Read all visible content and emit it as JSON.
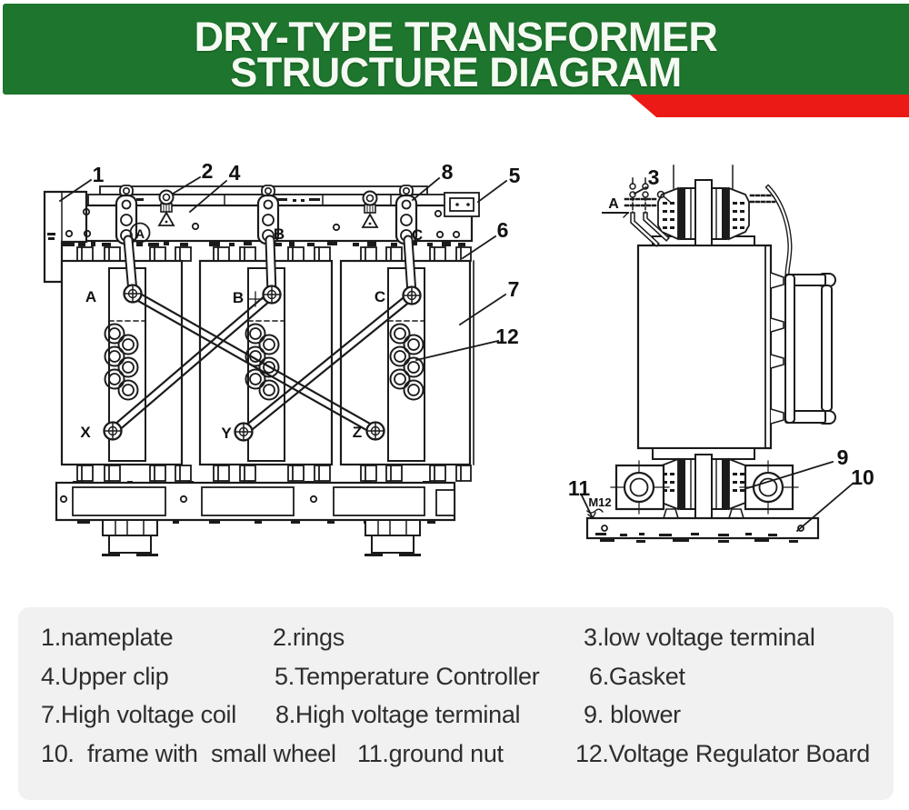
{
  "header": {
    "title_line1": "DRY-TYPE TRANSFORMER",
    "title_line2": "STRUCTURE DIAGRAM",
    "banner_color": "#1e762e",
    "ribbon_color": "#ec1a16",
    "title_text_color": "#f5faf3"
  },
  "diagram": {
    "line_color": "#1b1b1b",
    "callouts": {
      "c1": "1",
      "c2": "2",
      "c3": "3",
      "c4": "4",
      "c5": "5",
      "c6": "6",
      "c7": "7",
      "c8": "8",
      "c9": "9",
      "c10": "10",
      "c11": "11",
      "c12": "12"
    },
    "labels": {
      "beam_a": "A",
      "beam_b": "B",
      "beam_c": "C",
      "coil_a": "A",
      "coil_b": "B",
      "coil_c": "C",
      "term_x": "X",
      "term_y": "Y",
      "term_z": "Z",
      "section_a": "A",
      "bolt": "M12"
    }
  },
  "legend": {
    "items": [
      "1.nameplate",
      "2.rings",
      "3.low voltage terminal",
      "4.Upper clip",
      "5.Temperature Controller",
      "6.Gasket",
      "7.High voltage coil",
      "8.High voltage terminal",
      "9. blower",
      "10.  frame with  small wheel",
      "11.ground nut",
      "12.Voltage Regulator Board"
    ]
  }
}
